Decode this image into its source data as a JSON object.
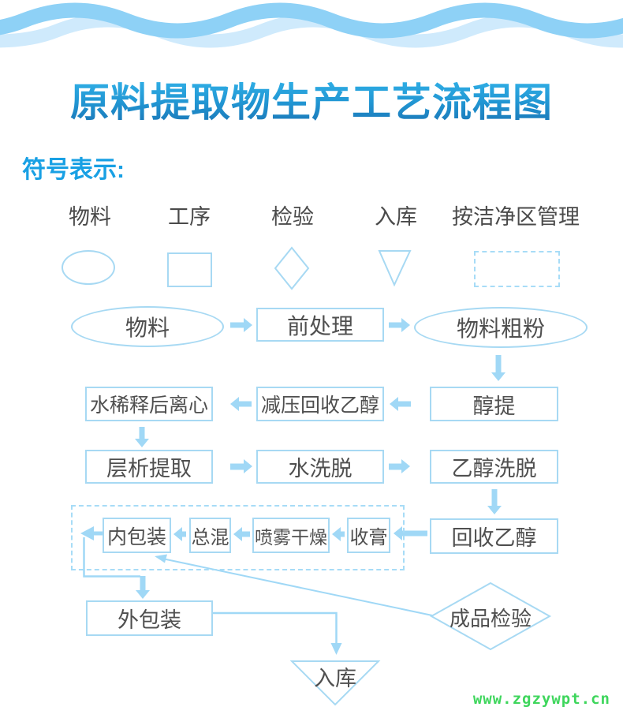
{
  "header": {
    "title": "原料提取物生产工艺流程图",
    "legend_title": "符号表示:"
  },
  "legend": {
    "material": "物料",
    "process": "工序",
    "inspection": "检验",
    "warehousing": "入库",
    "clean_area": "按洁净区管理"
  },
  "flow": {
    "material": "物料",
    "pretreatment": "前处理",
    "coarse_powder": "物料粗粉",
    "ethanol_extraction": "醇提",
    "vacuum_ethanol_recovery": "减压回收乙醇",
    "water_dilution_centrifuge": "水稀释后离心",
    "chromatography_extraction": "层析提取",
    "water_elution": "水洗脱",
    "ethanol_elution": "乙醇洗脱",
    "ethanol_recovery": "回收乙醇",
    "inner_packaging": "内包装",
    "total_mixing": "总混",
    "spray_drying": "喷雾干燥",
    "paste_collection": "收膏",
    "outer_packaging": "外包装",
    "finished_product_inspection": "成品检验",
    "warehousing": "入库"
  },
  "watermark": "www.zgzywpt.cn",
  "colors": {
    "shape_border_blue": "#a7d9f3",
    "arrow_blue": "#a0d8f6",
    "title_blue": "#2196d3",
    "legend_title_blue": "#18a0e4",
    "text_gray": "#4f4f4f",
    "wave_dark": "#8ed1f6",
    "wave_light": "#cfeafc",
    "watermark_green": "#3ed65c"
  }
}
